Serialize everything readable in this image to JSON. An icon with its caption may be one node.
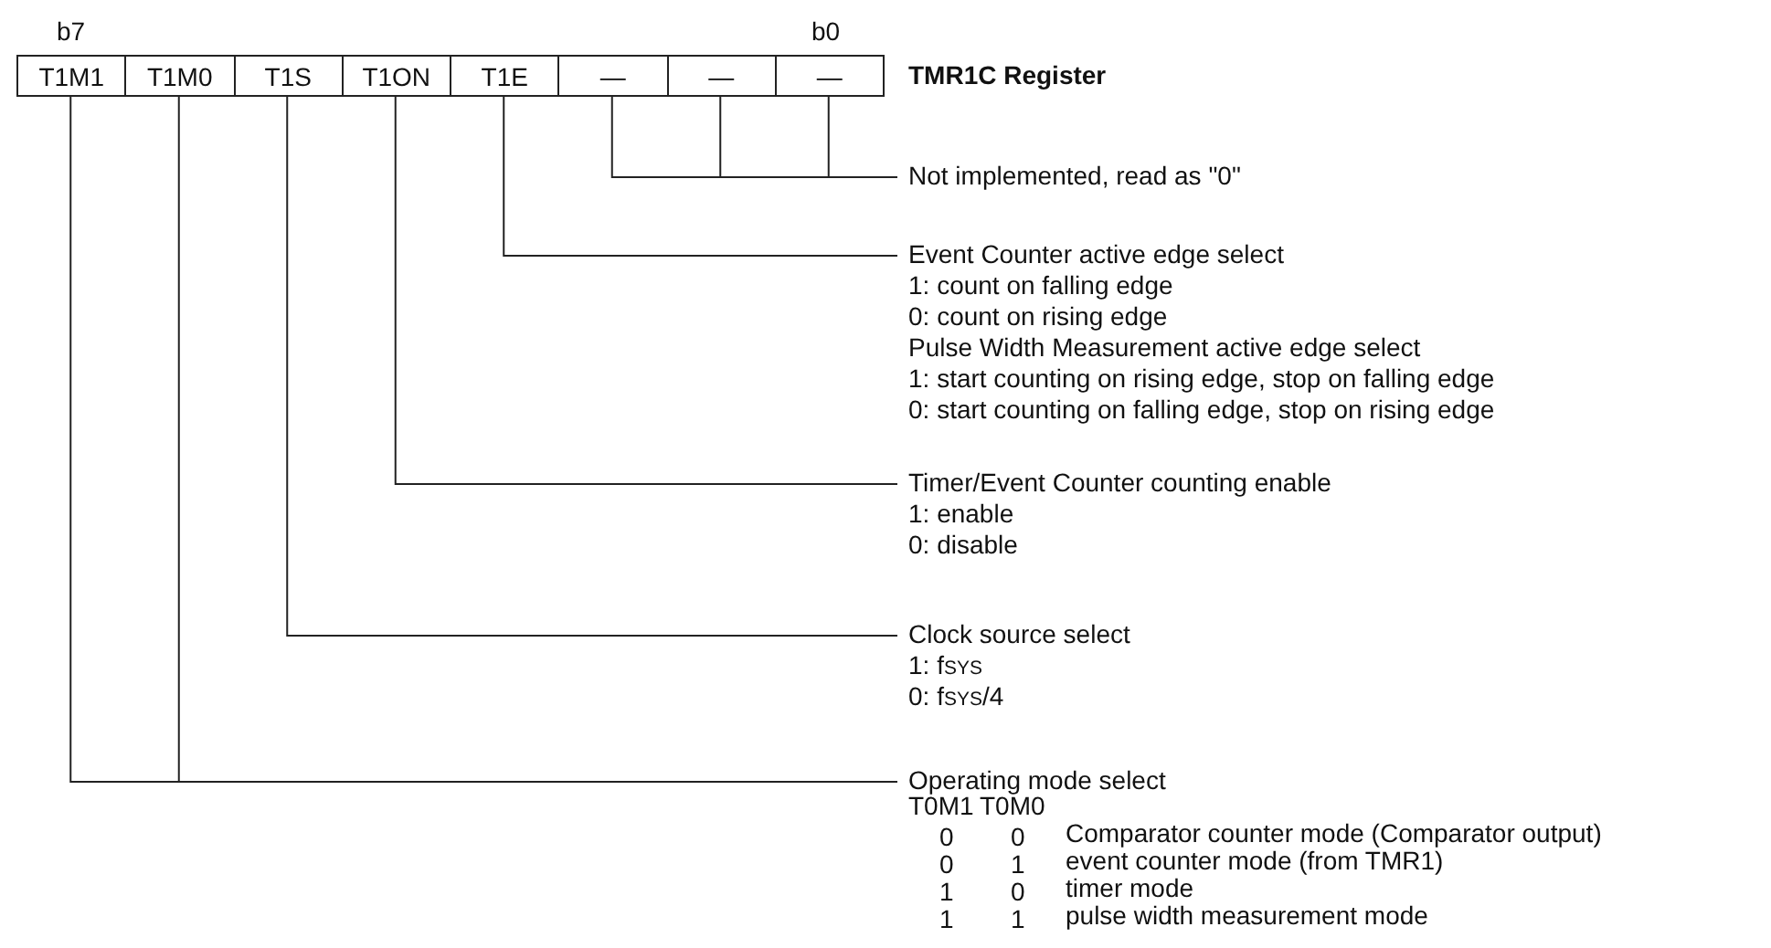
{
  "diagram": {
    "nodes": [
      {
        "text": [
          "T1M1"
        ]
      },
      {
        "text": [
          "T1M0"
        ]
      },
      {
        "text": [
          "T1S"
        ]
      },
      {
        "text": [
          "T1ON"
        ]
      },
      {
        "text": [
          "T1E"
        ]
      },
      {
        "text": [
          "—"
        ]
      },
      {
        "text": [
          "—"
        ]
      },
      {
        "text": [
          "—"
        ]
      },
      {
        "text": [
          "Not implemented, read as \"0\""
        ]
      },
      {
        "text": [
          "Event Counter active edge select",
          "1: count on falling edge",
          "0: count on rising edge",
          "Pulse Width Measurement active edge select",
          "1: start counting on rising edge, stop on falling edge",
          "0: start counting on falling edge, stop on rising edge"
        ]
      },
      {
        "text": [
          "Timer/Event Counter counting enable",
          "1: enable",
          "0: disable"
        ]
      },
      {
        "text": [
          "Clock source select",
          "1: f$_{SYS}$",
          "0: f$_{SYS}$/4"
        ]
      },
      {
        "text": [
          "Operating mode select",
          "T0M1",
          "T0M0",
          "0",
          "0",
          "Comparator counter mode (Comparator output)",
          "0",
          "1",
          "event counter mode (from TMR1)",
          "1",
          "0",
          "timer mode",
          "1",
          "1",
          "pulse width measurement mode"
        ]
      }
    ],
    "edges": [
      {
        "from": 5,
        "to": 8,
        "arrow": "none"
      },
      {
        "from": 6,
        "to": 8,
        "arrow": "none"
      },
      {
        "from": 7,
        "to": 8,
        "arrow": "none"
      },
      {
        "from": 4,
        "to": 9,
        "arrow": "none"
      },
      {
        "from": 3,
        "to": 10,
        "arrow": "none"
      },
      {
        "from": 2,
        "to": 11,
        "arrow": "none"
      },
      {
        "from": 0,
        "to": 12,
        "arrow": "none"
      },
      {
        "from": 1,
        "to": 12,
        "arrow": "none"
      }
    ],
    "labels": [
      "b7",
      "b0",
      "TMR1C Register"
    ]
  }
}
